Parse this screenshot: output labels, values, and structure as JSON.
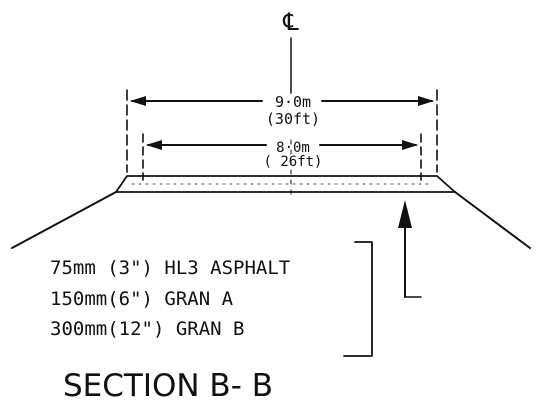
{
  "centerline_symbol": "℄",
  "dimensions": {
    "outer": {
      "metric": "9·0m",
      "imperial": "(30ft)"
    },
    "inner": {
      "metric": "8·0m",
      "imperial": "( 26ft)"
    }
  },
  "layers": [
    "75mm (3\") HL3  ASPHALT",
    "150mm(6\")  GRAN  A",
    "300mm(12\") GRAN  B"
  ],
  "title": "SECTION B- B"
}
